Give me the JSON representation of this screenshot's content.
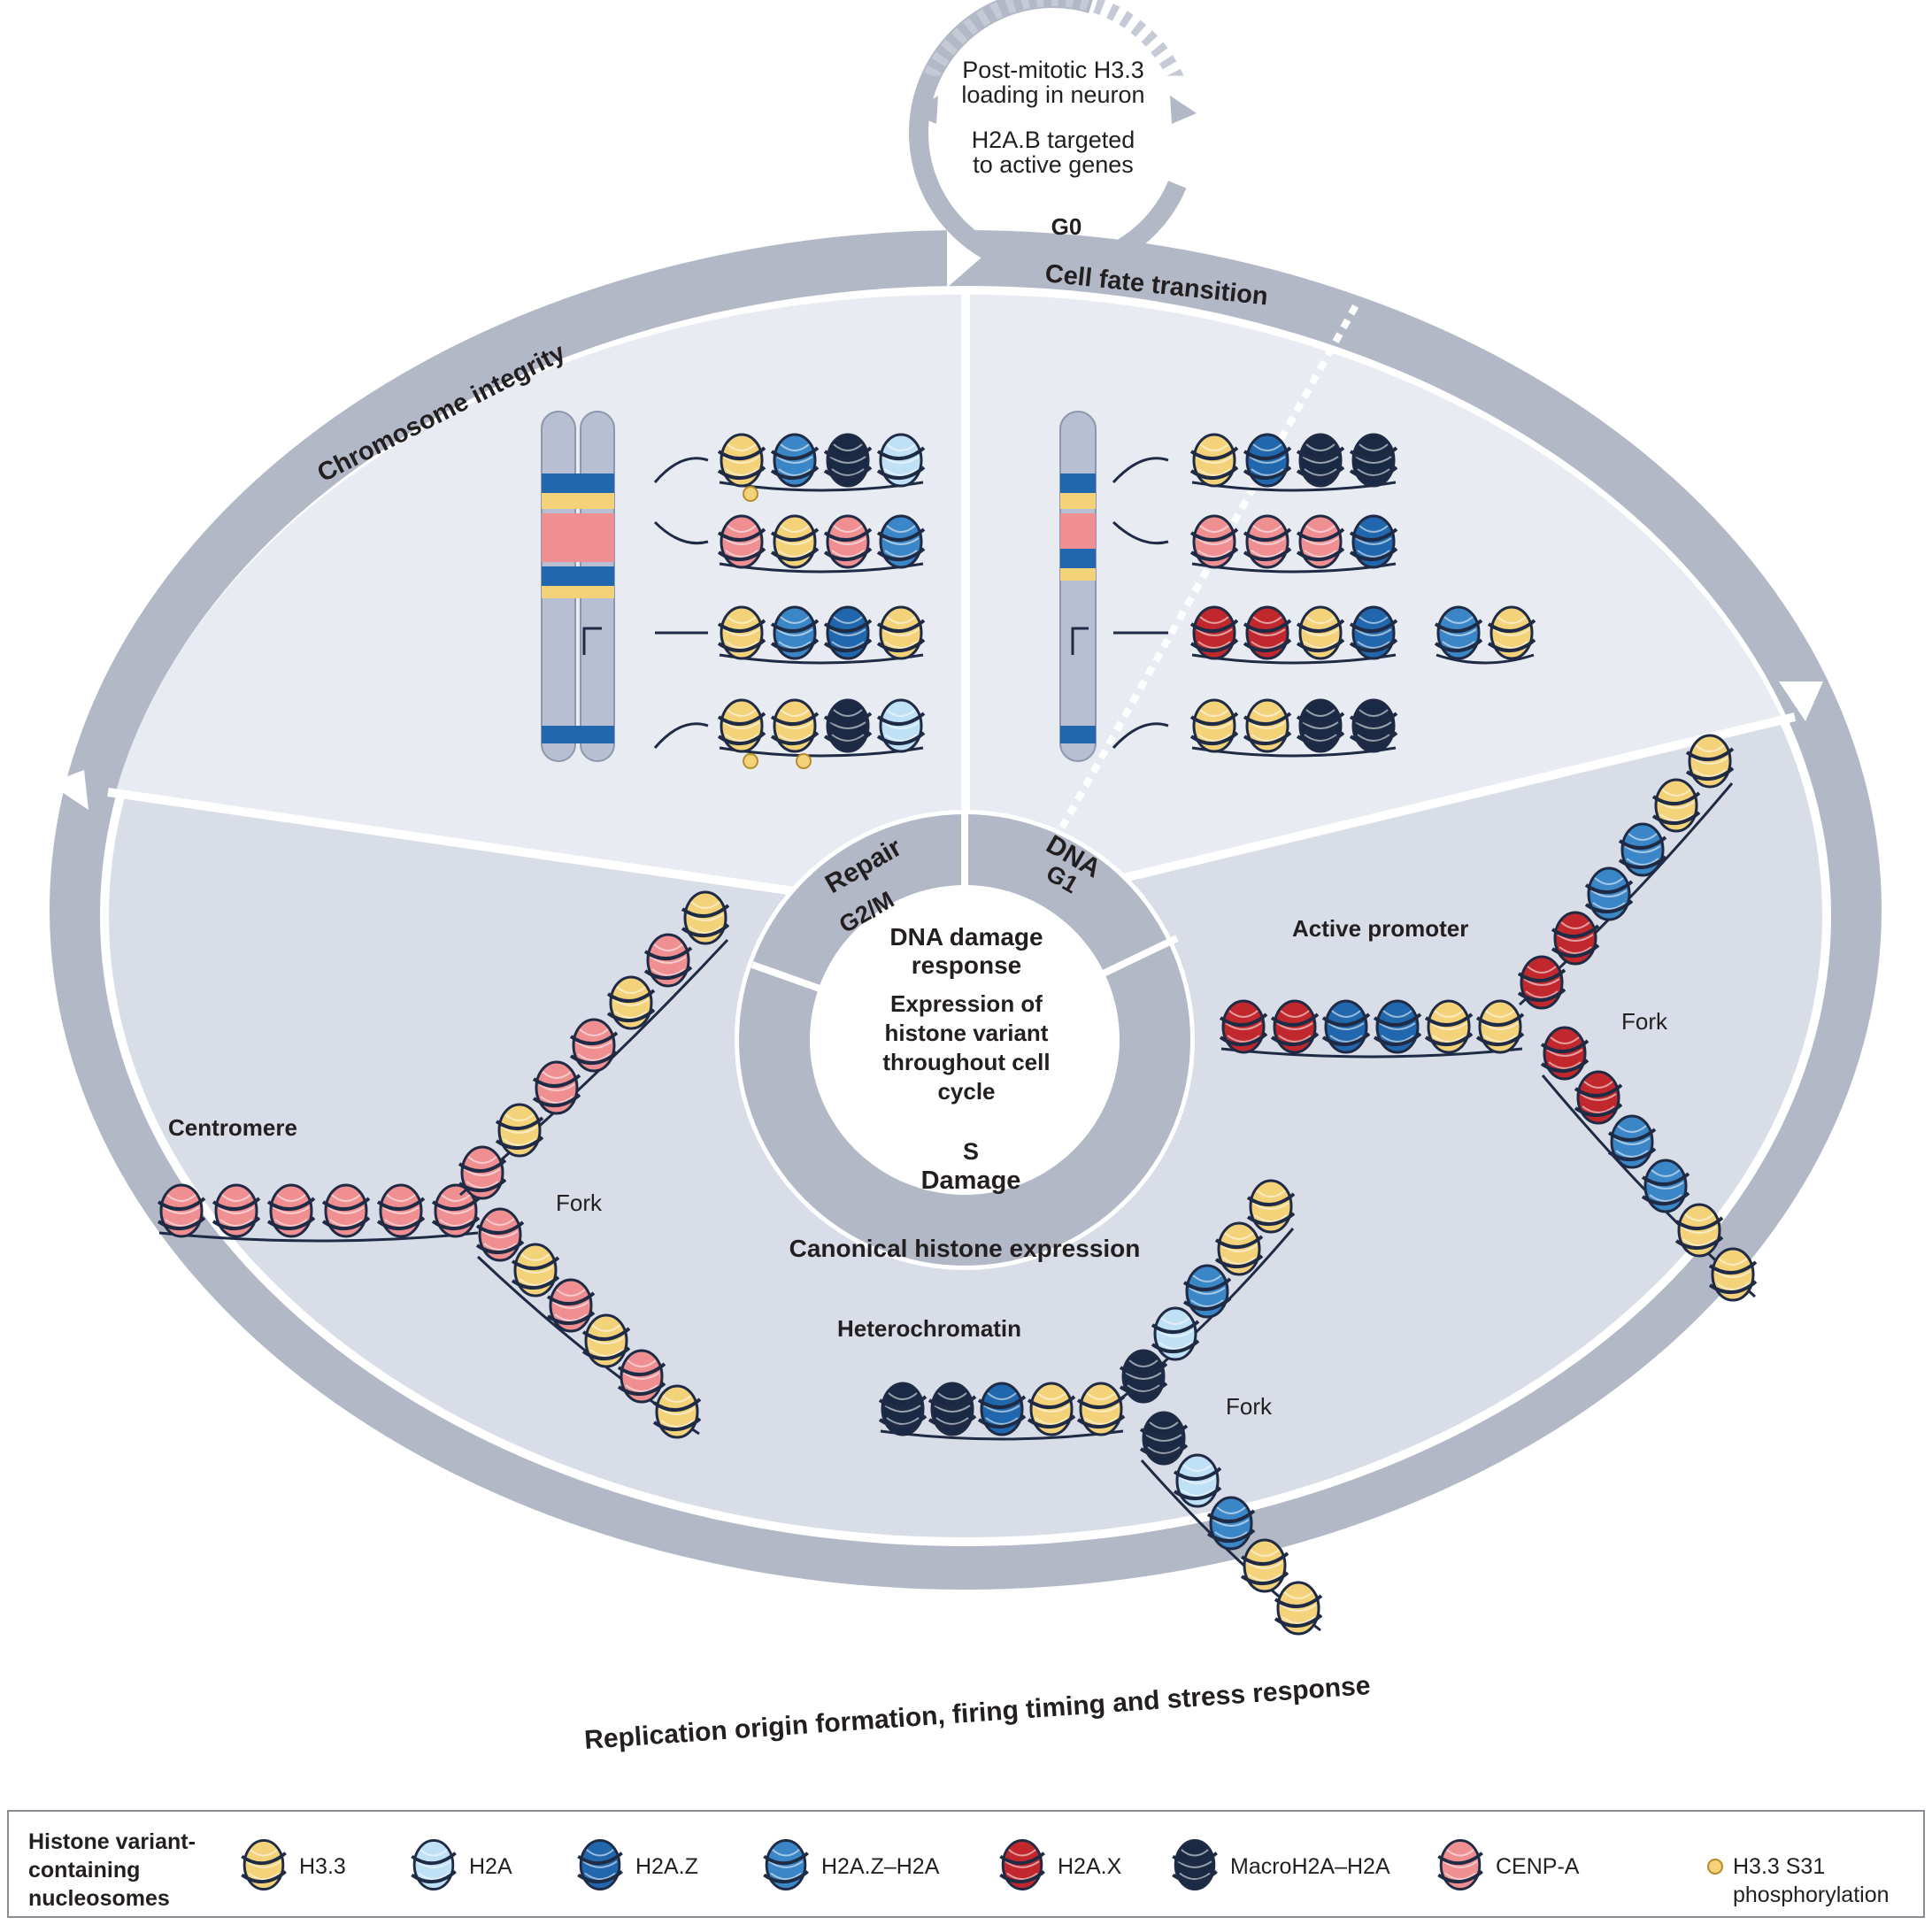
{
  "g0": {
    "label": "G0",
    "note1": [
      "Post-mitotic H3.3",
      "loading in neuron"
    ],
    "note2": [
      "H2A.B targeted",
      "to active genes"
    ]
  },
  "outer_ring": {
    "top_left": "Chromosome integrity",
    "top_right": "Cell fate transition",
    "bottom": "Replication origin formation, firing timing and stress response"
  },
  "inner_ring": {
    "repair": "Repair",
    "g2m": "G2/M",
    "dna": "DNA",
    "g1": "G1",
    "s": "S",
    "damage": "Damage"
  },
  "center": {
    "title": [
      "DNA damage",
      "response"
    ],
    "body": [
      "Expression of",
      "histone variant",
      "throughout cell",
      "cycle"
    ]
  },
  "labels": {
    "centromere": "Centromere",
    "active_promoter": "Active promoter",
    "heterochromatin": "Heterochromatin",
    "canonical": "Canonical histone expression",
    "fork": "Fork"
  },
  "legend": {
    "title": [
      "Histone variant-",
      "containing",
      "nucleosomes"
    ],
    "items": [
      {
        "label": "H3.3",
        "color": "#f3d27a",
        "icon": "h33-nucleosome-icon"
      },
      {
        "label": "H2A",
        "color": "#bfe0f5",
        "icon": "h2a-nucleosome-icon"
      },
      {
        "label": "H2A.Z",
        "color": "#2067ad",
        "icon": "h2az-nucleosome-icon"
      },
      {
        "label": "H2A.Z–H2A",
        "color": "#3b86c6",
        "icon": "h2az-h2a-nucleosome-icon"
      },
      {
        "label": "H2A.X",
        "color": "#c0282d",
        "icon": "h2ax-nucleosome-icon"
      },
      {
        "label": "MacroH2A–H2A",
        "color": "#1a2a44",
        "icon": "macroh2a-h2a-nucleosome-icon"
      },
      {
        "label": "CENP-A",
        "color": "#ef8f92",
        "icon": "cenpa-nucleosome-icon"
      }
    ],
    "phospho": [
      "H3.3 S31",
      "phosphorylation"
    ]
  }
}
